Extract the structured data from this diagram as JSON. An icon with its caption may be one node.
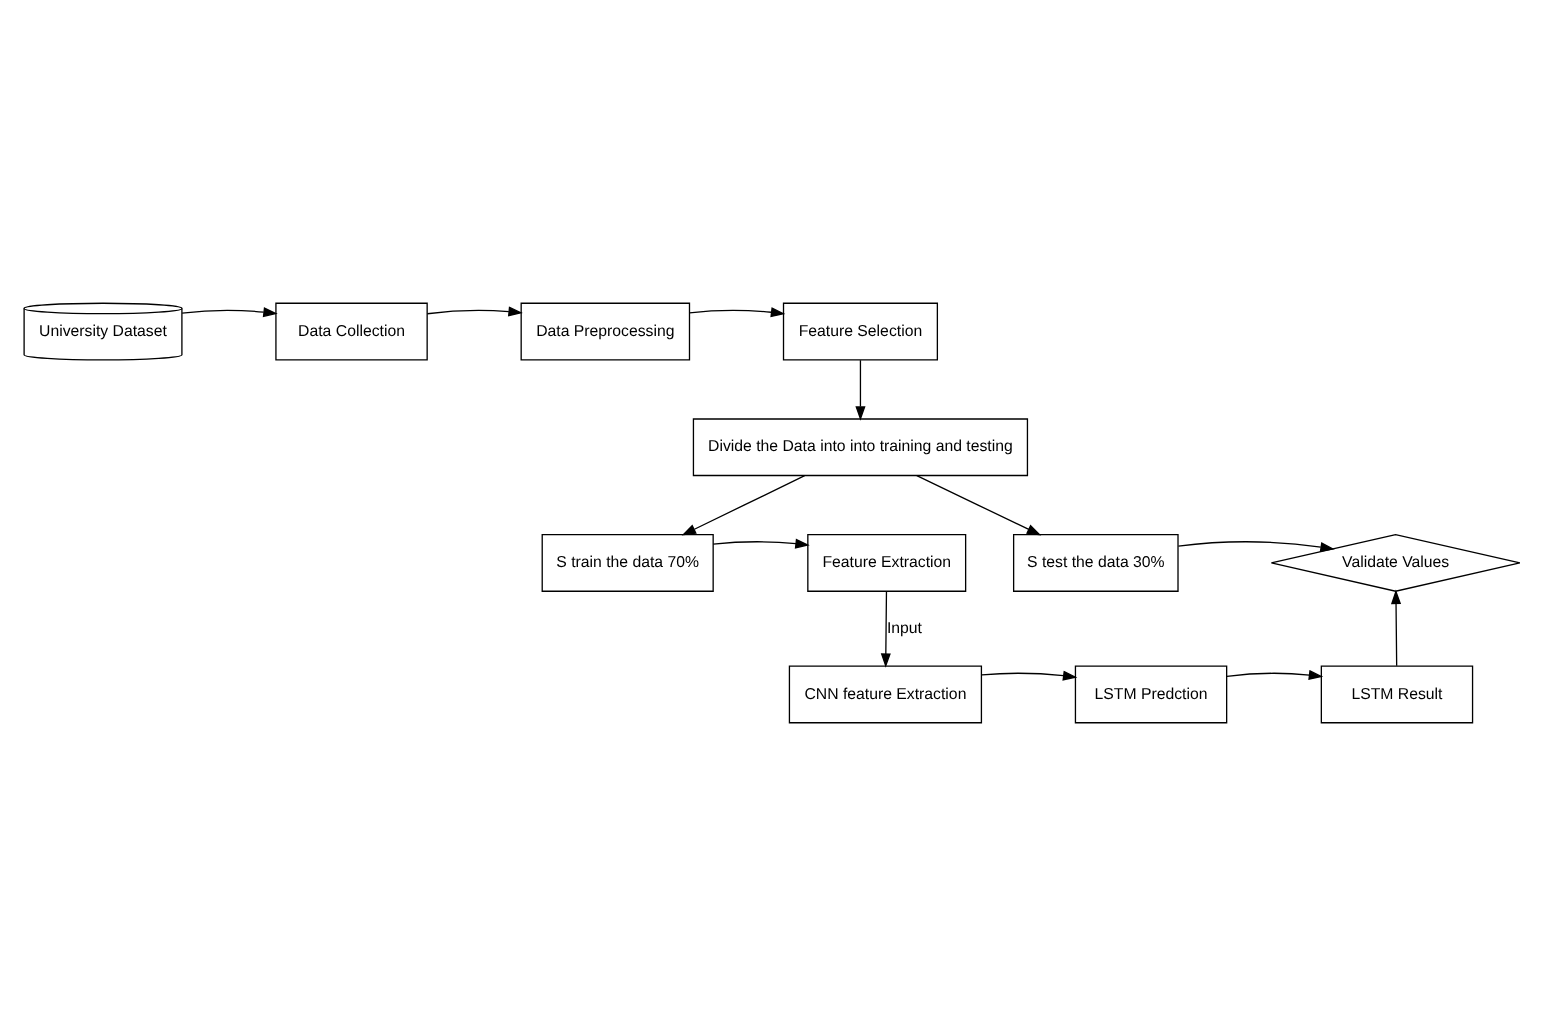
{
  "diagram": {
    "nodes": [
      {
        "text": [
          "University Dataset"
        ]
      },
      {
        "text": [
          "Data Collection"
        ]
      },
      {
        "text": [
          "Data Preprocessing"
        ]
      },
      {
        "text": [
          "Feature Selection"
        ]
      },
      {
        "text": [
          "Divide the Data into into training and testing"
        ]
      },
      {
        "text": [
          "S train the data 70%"
        ]
      },
      {
        "text": [
          "S test the data 30%"
        ]
      },
      {
        "text": [
          "Feature Extraction"
        ]
      },
      {
        "text": [
          "Validate Values"
        ]
      },
      {
        "text": [
          "CNN feature Extraction"
        ]
      },
      {
        "text": [
          "LSTM Predction"
        ]
      },
      {
        "text": [
          "LSTM Result"
        ]
      }
    ],
    "edges": [
      {
        "from": 0,
        "to": 1,
        "arrow": "to"
      },
      {
        "from": 1,
        "to": 2,
        "arrow": "to"
      },
      {
        "from": 2,
        "to": 3,
        "arrow": "to"
      },
      {
        "from": 3,
        "to": 4,
        "arrow": "to"
      },
      {
        "from": 4,
        "to": 5,
        "arrow": "to"
      },
      {
        "from": 4,
        "to": 6,
        "arrow": "to"
      },
      {
        "from": 5,
        "to": 7,
        "arrow": "to"
      },
      {
        "from": 7,
        "to": 9,
        "arrow": "to",
        "label": "Input"
      },
      {
        "from": 6,
        "to": 8,
        "arrow": "to"
      },
      {
        "from": 9,
        "to": 10,
        "arrow": "to"
      },
      {
        "from": 10,
        "to": 11,
        "arrow": "to"
      },
      {
        "from": 11,
        "to": 8,
        "arrow": "to"
      }
    ]
  }
}
